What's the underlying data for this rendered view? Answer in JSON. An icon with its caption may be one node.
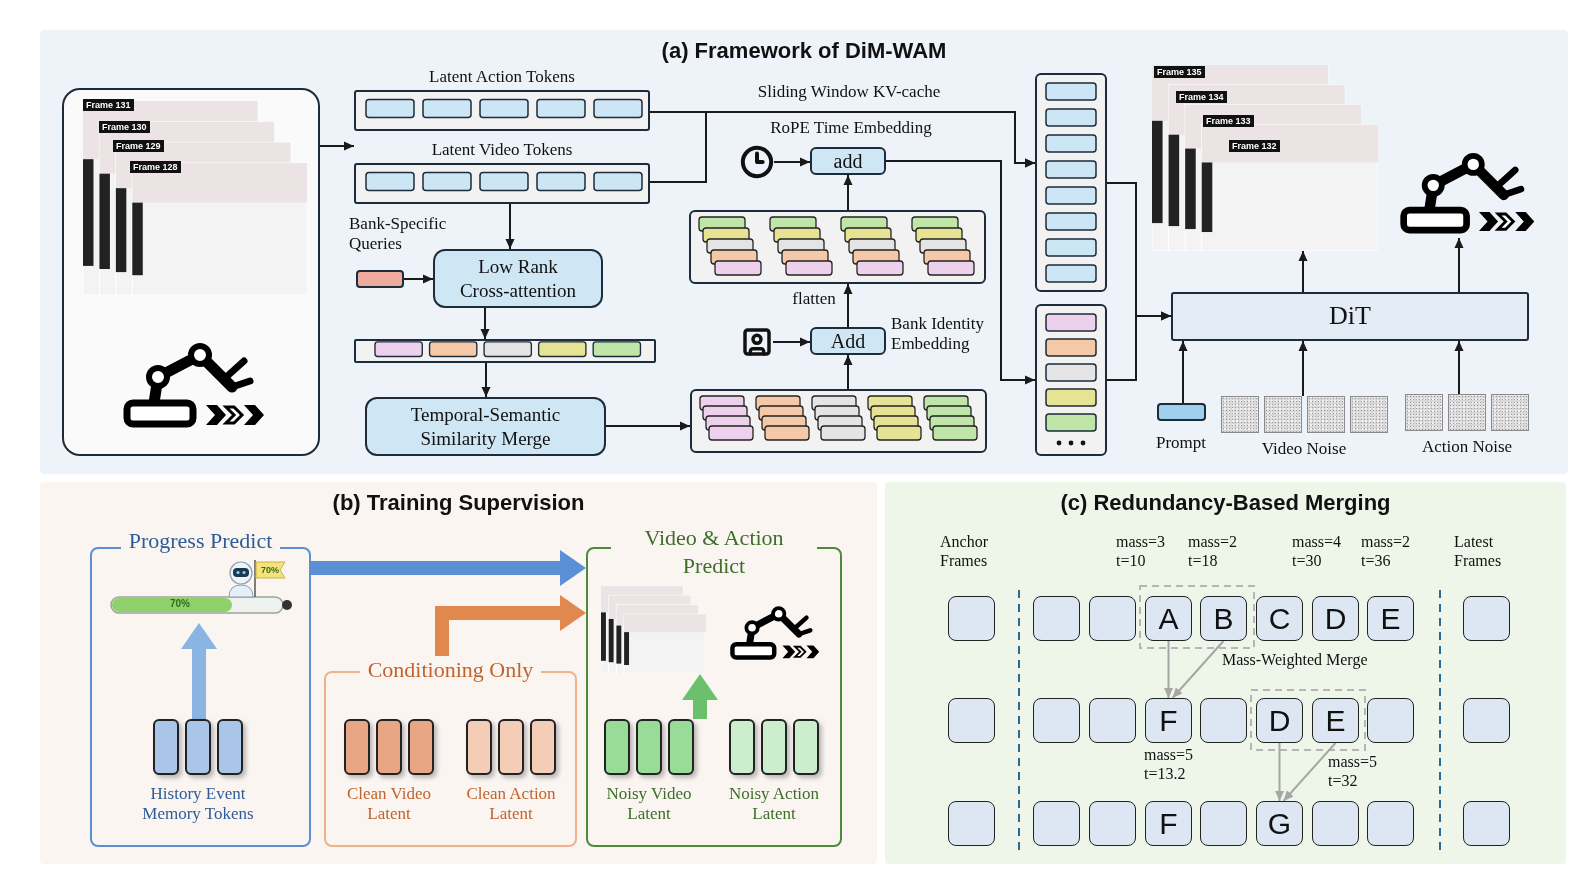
{
  "diagram": {
    "nodes": [
      {
        "text": [
          "(a) Framework of DiM-WAM"
        ]
      },
      {
        "text": [],
        "shape": "box",
        "in": 0
      },
      {
        "text": [
          "Latent Action Tokens"
        ],
        "in": 0
      },
      {
        "text": [
          "Latent Video Tokens"
        ],
        "in": 0
      },
      {
        "text": [],
        "shape": "bar",
        "in": 0
      },
      {
        "text": [
          "Low Rank Cross-attention"
        ],
        "in": 0
      },
      {
        "text": [],
        "shape": "bar",
        "in": 0
      },
      {
        "text": [
          "Temporal-Semantic Similarity Merge"
        ],
        "in": 0
      },
      {
        "text": [],
        "shape": "box",
        "in": 0
      },
      {
        "text": [
          "Add"
        ],
        "beside": [
          "Bank Identity Embedding"
        ],
        "in": 0
      },
      {
        "text": [],
        "shape": "picture",
        "in": 0
      },
      {
        "text": [],
        "shape": "box",
        "in": 0
      },
      {
        "text": [
          "add"
        ],
        "beside": [
          "RoPE Time Embedding"
        ],
        "in": 0
      },
      {
        "text": [],
        "shape": "picture",
        "in": 0
      },
      {
        "text": [],
        "shape": "box",
        "in": 0
      },
      {
        "text": [],
        "shape": "box",
        "in": 0
      },
      {
        "text": [
          "DiT"
        ],
        "in": 0
      },
      {
        "text": [],
        "shape": "picture",
        "in": 0
      },
      {
        "text": [],
        "shape": "picture",
        "in": 0
      },
      {
        "text": [
          "Prompt"
        ],
        "in": 0
      },
      {
        "text": [
          "Video Noise"
        ],
        "in": 0
      },
      {
        "text": [
          "Action Noise"
        ],
        "in": 0
      },
      {
        "text": [
          "(b) Training Supervision"
        ]
      },
      {
        "text": [
          "Progress Predict"
        ],
        "in": 22
      },
      {
        "text": [],
        "shape": "picture",
        "in": 23
      },
      {
        "text": [
          "History Event Memory Tokens"
        ],
        "in": 23
      },
      {
        "text": [
          "Conditioning Only"
        ],
        "in": 22
      },
      {
        "text": [
          "Clean Video Latent"
        ],
        "in": 26
      },
      {
        "text": [
          "Clean Action Latent"
        ],
        "in": 26
      },
      {
        "text": [
          "Video & Action Predict"
        ],
        "in": 22
      },
      {
        "text": [],
        "shape": "picture",
        "in": 29
      },
      {
        "text": [],
        "shape": "picture",
        "in": 29
      },
      {
        "text": [
          "Noisy Video Latent"
        ],
        "in": 29
      },
      {
        "text": [
          "Noisy Action Latent"
        ],
        "in": 29
      },
      {
        "text": [
          "(c) Redundancy-Based Merging"
        ]
      },
      {
        "text": [],
        "shape": "box",
        "in": 34
      },
      {
        "text": [],
        "shape": "box",
        "in": 34
      },
      {
        "text": [],
        "shape": "box",
        "in": 34
      },
      {
        "text": [
          "A"
        ],
        "in": 34
      },
      {
        "text": [
          "B"
        ],
        "in": 34
      },
      {
        "text": [
          "C"
        ],
        "in": 34
      },
      {
        "text": [
          "D"
        ],
        "in": 34
      },
      {
        "text": [
          "E"
        ],
        "in": 34
      },
      {
        "text": [],
        "shape": "box",
        "in": 34
      },
      {
        "text": [],
        "shape": "box",
        "in": 34
      },
      {
        "text": [],
        "shape": "box",
        "in": 34
      },
      {
        "text": [],
        "shape": "box",
        "in": 34
      },
      {
        "text": [
          "F"
        ],
        "in": 34
      },
      {
        "text": [],
        "shape": "box",
        "in": 34
      },
      {
        "text": [
          "D"
        ],
        "in": 34
      },
      {
        "text": [
          "E"
        ],
        "in": 34
      },
      {
        "text": [],
        "shape": "box",
        "in": 34
      },
      {
        "text": [],
        "shape": "box",
        "in": 34
      },
      {
        "text": [],
        "shape": "box",
        "in": 34
      },
      {
        "text": [],
        "shape": "box",
        "in": 34
      },
      {
        "text": [],
        "shape": "box",
        "in": 34
      },
      {
        "text": [
          "F"
        ],
        "in": 34
      },
      {
        "text": [],
        "shape": "box",
        "in": 34
      },
      {
        "text": [
          "G"
        ],
        "in": 34
      },
      {
        "text": [],
        "shape": "box",
        "in": 34
      },
      {
        "text": [],
        "shape": "box",
        "in": 34
      },
      {
        "text": [],
        "shape": "box",
        "in": 34
      }
    ],
    "edges": [
      {
        "from": 1,
        "to": 3,
        "arrow": "to"
      },
      {
        "from": 2,
        "to": 14,
        "arrow": "to",
        "label": "Sliding Window KV-cache"
      },
      {
        "from": 3,
        "to": 14,
        "arrow": "to"
      },
      {
        "from": 3,
        "to": 5,
        "arrow": "to"
      },
      {
        "from": 4,
        "to": 5,
        "arrow": "to"
      },
      {
        "from": 5,
        "to": 6,
        "arrow": "to"
      },
      {
        "from": 6,
        "to": 7,
        "arrow": "to"
      },
      {
        "from": 7,
        "to": 8,
        "arrow": "to"
      },
      {
        "from": 8,
        "to": 9,
        "arrow": "to"
      },
      {
        "from": 10,
        "to": 9,
        "arrow": "to"
      },
      {
        "from": 9,
        "to": 11,
        "arrow": "to",
        "label": "flatten"
      },
      {
        "from": 11,
        "to": 12,
        "arrow": "to"
      },
      {
        "from": 13,
        "to": 12,
        "arrow": "to"
      },
      {
        "from": 12,
        "to": 15,
        "arrow": "to"
      },
      {
        "from": 14,
        "to": 16,
        "arrow": "to"
      },
      {
        "from": 15,
        "to": 16,
        "arrow": "to"
      },
      {
        "from": 16,
        "to": 17,
        "arrow": "to"
      },
      {
        "from": 16,
        "to": 18,
        "arrow": "to"
      },
      {
        "from": 19,
        "to": 16,
        "arrow": "to"
      },
      {
        "from": 20,
        "to": 16,
        "arrow": "to"
      },
      {
        "from": 21,
        "to": 16,
        "arrow": "to"
      },
      {
        "from": 25,
        "to": 24,
        "arrow": "to",
        "style": "thick",
        "color": "#8ab4e4"
      },
      {
        "from": 23,
        "to": 29,
        "arrow": "to",
        "style": "thick",
        "color": "#5b8fd6"
      },
      {
        "from": 26,
        "to": 29,
        "arrow": "to",
        "style": "thick",
        "color": "#e0884e"
      },
      {
        "from": 32,
        "to": 30,
        "arrow": "to",
        "style": "thick",
        "color": "#6cc06c"
      },
      {
        "from": 38,
        "to": 47,
        "arrow": "to",
        "color": "#a6a6a6"
      },
      {
        "from": 39,
        "to": 47,
        "arrow": "to",
        "color": "#a6a6a6"
      },
      {
        "from": 49,
        "to": 58,
        "arrow": "to",
        "color": "#a6a6a6"
      },
      {
        "from": 50,
        "to": 58,
        "arrow": "to",
        "color": "#a6a6a6"
      }
    ],
    "labels": [
      "Frame 131",
      "Frame 130",
      "Frame 129",
      "Frame 128",
      "Bank-Specific Queries",
      "Frame 135",
      "Frame 134",
      "Frame 133",
      "Frame 132",
      "70%",
      "70%",
      "Anchor Frames",
      "mass=3 t=10",
      "mass=2 t=18",
      "mass=4 t=30",
      "mass=2 t=36",
      "Latest Frames",
      "Mass-Weighted Merge",
      "mass=5 t=13.2",
      "mass=5 t=32"
    ]
  }
}
